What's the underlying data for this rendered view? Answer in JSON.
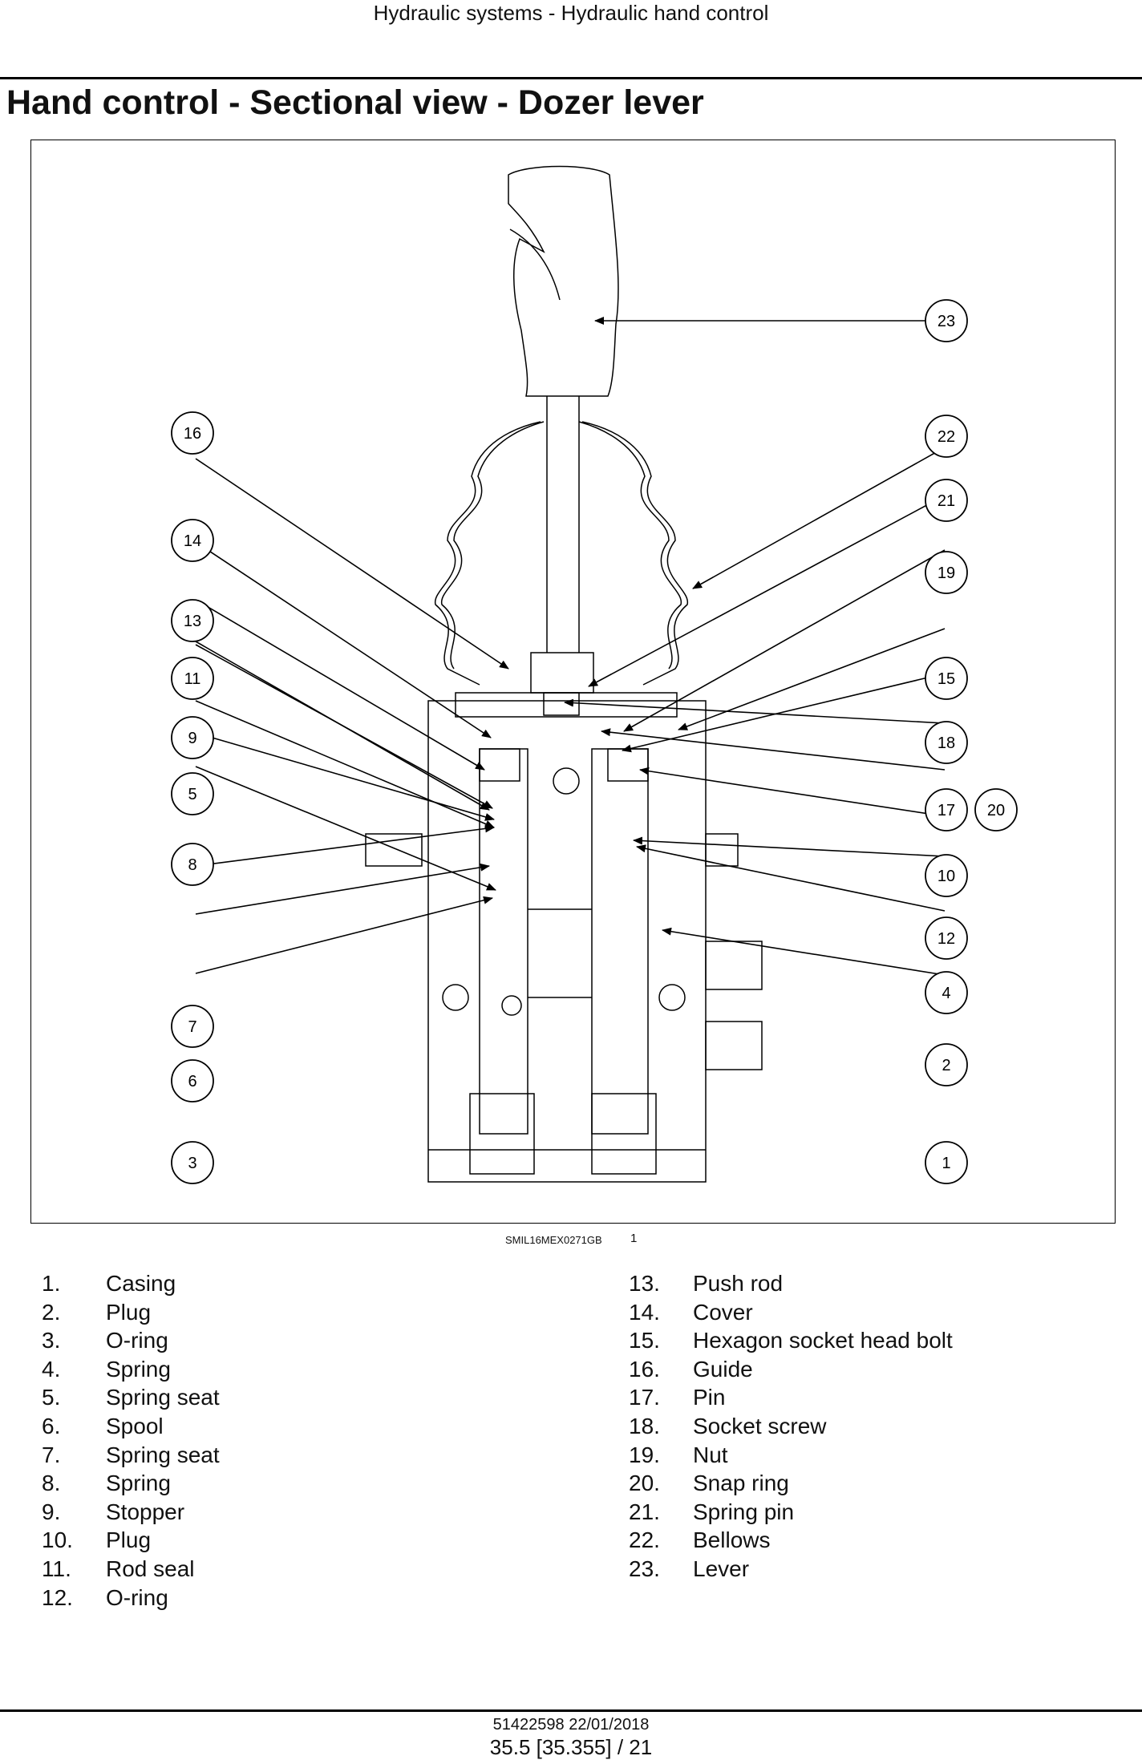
{
  "header": {
    "title": "Hydraulic systems - Hydraulic hand control"
  },
  "page_title": "Hand control - Sectional view - Dozer lever",
  "figure": {
    "caption": "SMIL16MEX0271GB",
    "number": "1",
    "callouts": [
      "1",
      "2",
      "3",
      "4",
      "5",
      "6",
      "7",
      "8",
      "9",
      "10",
      "11",
      "12",
      "13",
      "14",
      "15",
      "16",
      "17",
      "18",
      "19",
      "20",
      "21",
      "22",
      "23"
    ]
  },
  "legend": {
    "col1": [
      {
        "num": "1.",
        "label": "Casing"
      },
      {
        "num": "2.",
        "label": "Plug"
      },
      {
        "num": "3.",
        "label": "O-ring"
      },
      {
        "num": "4.",
        "label": "Spring"
      },
      {
        "num": "5.",
        "label": "Spring seat"
      },
      {
        "num": "6.",
        "label": "Spool"
      },
      {
        "num": "7.",
        "label": "Spring seat"
      },
      {
        "num": "8.",
        "label": "Spring"
      },
      {
        "num": "9.",
        "label": "Stopper"
      },
      {
        "num": "10.",
        "label": "Plug"
      },
      {
        "num": "11.",
        "label": "Rod seal"
      },
      {
        "num": "12.",
        "label": "O-ring"
      }
    ],
    "col2": [
      {
        "num": "13.",
        "label": "Push rod"
      },
      {
        "num": "14.",
        "label": "Cover"
      },
      {
        "num": "15.",
        "label": "Hexagon socket head bolt"
      },
      {
        "num": "16.",
        "label": "Guide"
      },
      {
        "num": "17.",
        "label": "Pin"
      },
      {
        "num": "18.",
        "label": "Socket screw"
      },
      {
        "num": "19.",
        "label": "Nut"
      },
      {
        "num": "20.",
        "label": "Snap ring"
      },
      {
        "num": "21.",
        "label": "Spring pin"
      },
      {
        "num": "22.",
        "label": "Bellows"
      },
      {
        "num": "23.",
        "label": "Lever"
      }
    ]
  },
  "footer": {
    "doc_ref": "51422598 22/01/2018",
    "page_ref": "35.5 [35.355] / 21"
  }
}
